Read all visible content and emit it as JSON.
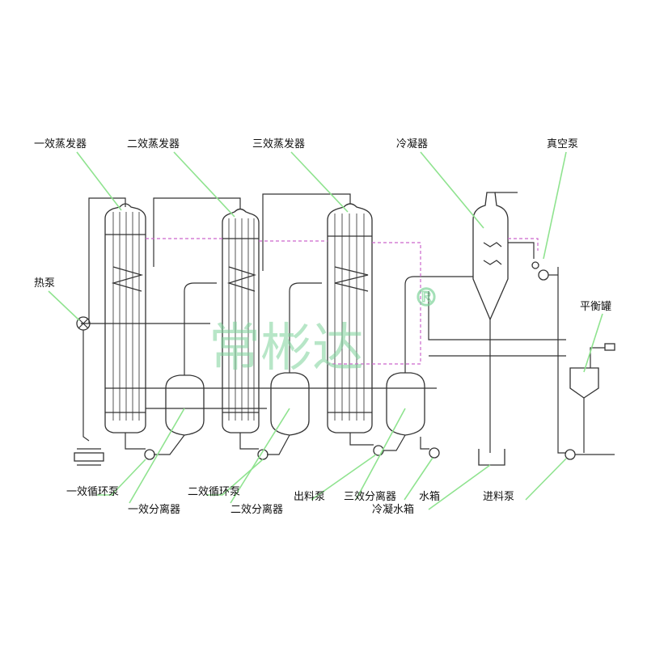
{
  "labels": {
    "evap1": "一效蒸发器",
    "evap2": "二效蒸发器",
    "evap3": "三效蒸发器",
    "condenser": "冷凝器",
    "vacuum_pump": "真空泵",
    "heat_pump": "热泵",
    "balance_tank": "平衡罐",
    "circ_pump1": "一效循环泵",
    "separator1": "一效分离器",
    "circ_pump2": "二效循环泵",
    "separator2": "二效分离器",
    "discharge_pump": "出料泵",
    "separator3": "三效分离器",
    "water_tank": "水箱",
    "cond_water_tank": "冷凝水箱",
    "feed_pump": "进料泵"
  },
  "watermark": {
    "text": "常彬达",
    "mark": "®"
  },
  "colors": {
    "leader": "#8fe38f",
    "steam": "#cc66cc",
    "line": "#333333",
    "watermark": "#7ed39a"
  }
}
